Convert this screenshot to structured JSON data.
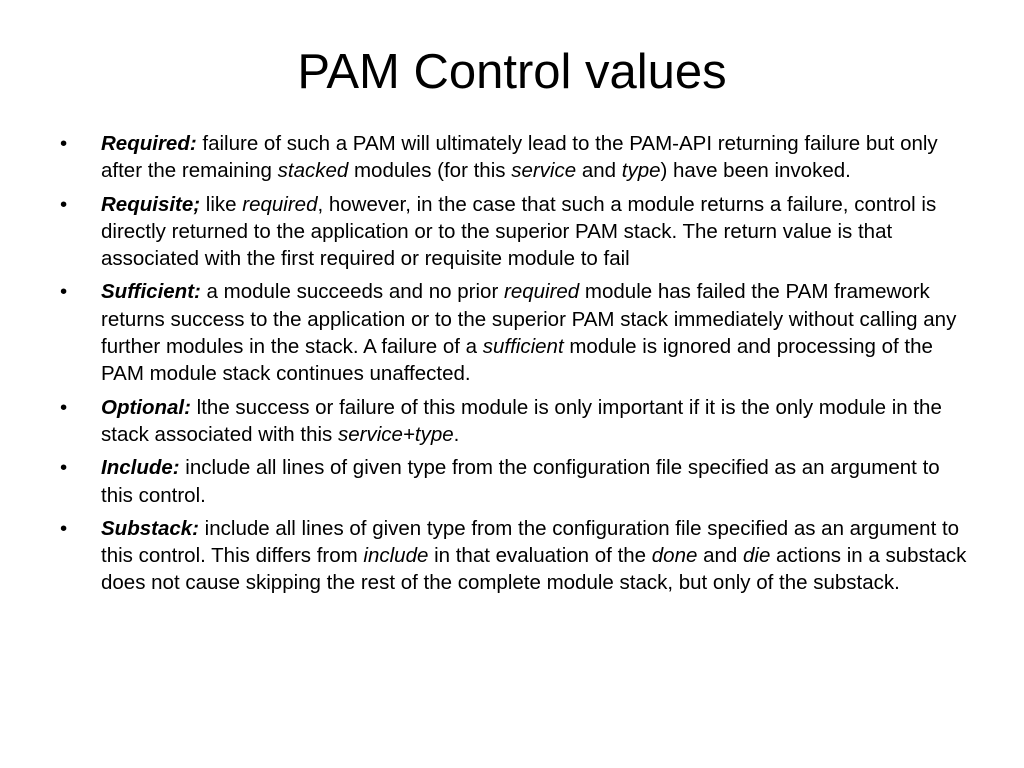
{
  "slide": {
    "title": "PAM Control values",
    "bullet_glyph": "•",
    "items": [
      {
        "term": "Required:",
        "parts": [
          " failure of such a PAM will ultimately lead to the PAM-API returning failure but only after the remaining ",
          "stacked",
          " modules (for this ",
          "service",
          " and ",
          "type",
          ") have been invoked."
        ]
      },
      {
        "term": "Requisite;",
        "parts": [
          " like ",
          "required",
          ", however, in the case that such a module returns a failure, control is directly returned to the application or to the superior PAM stack. The return value is that associated with the first required or requisite module to fail"
        ]
      },
      {
        "term": "Sufficient:",
        "parts": [
          "  a module succeeds and no prior ",
          "required",
          " module has failed the PAM framework returns success to the application or to the superior PAM stack immediately without calling any further modules in the stack. A failure of a ",
          "sufficient",
          " module is ignored and processing of the PAM module stack continues unaffected."
        ]
      },
      {
        "term": "Optional:",
        "parts": [
          " lthe success or failure of this module is only important if it is the only module in the stack associated with this ",
          "service+type",
          "."
        ]
      },
      {
        "term": "Include:",
        "parts": [
          " include all lines of given type from the configuration file specified as an argument to this control."
        ]
      },
      {
        "term": "Substack:",
        "parts": [
          " include all lines of given type from the configuration file specified as an argument to this control. This differs from ",
          "include",
          " in that evaluation of the ",
          "done",
          " and ",
          "die",
          " actions in a substack does not cause skipping the rest of the complete module stack, but only of the substack."
        ]
      }
    ]
  }
}
